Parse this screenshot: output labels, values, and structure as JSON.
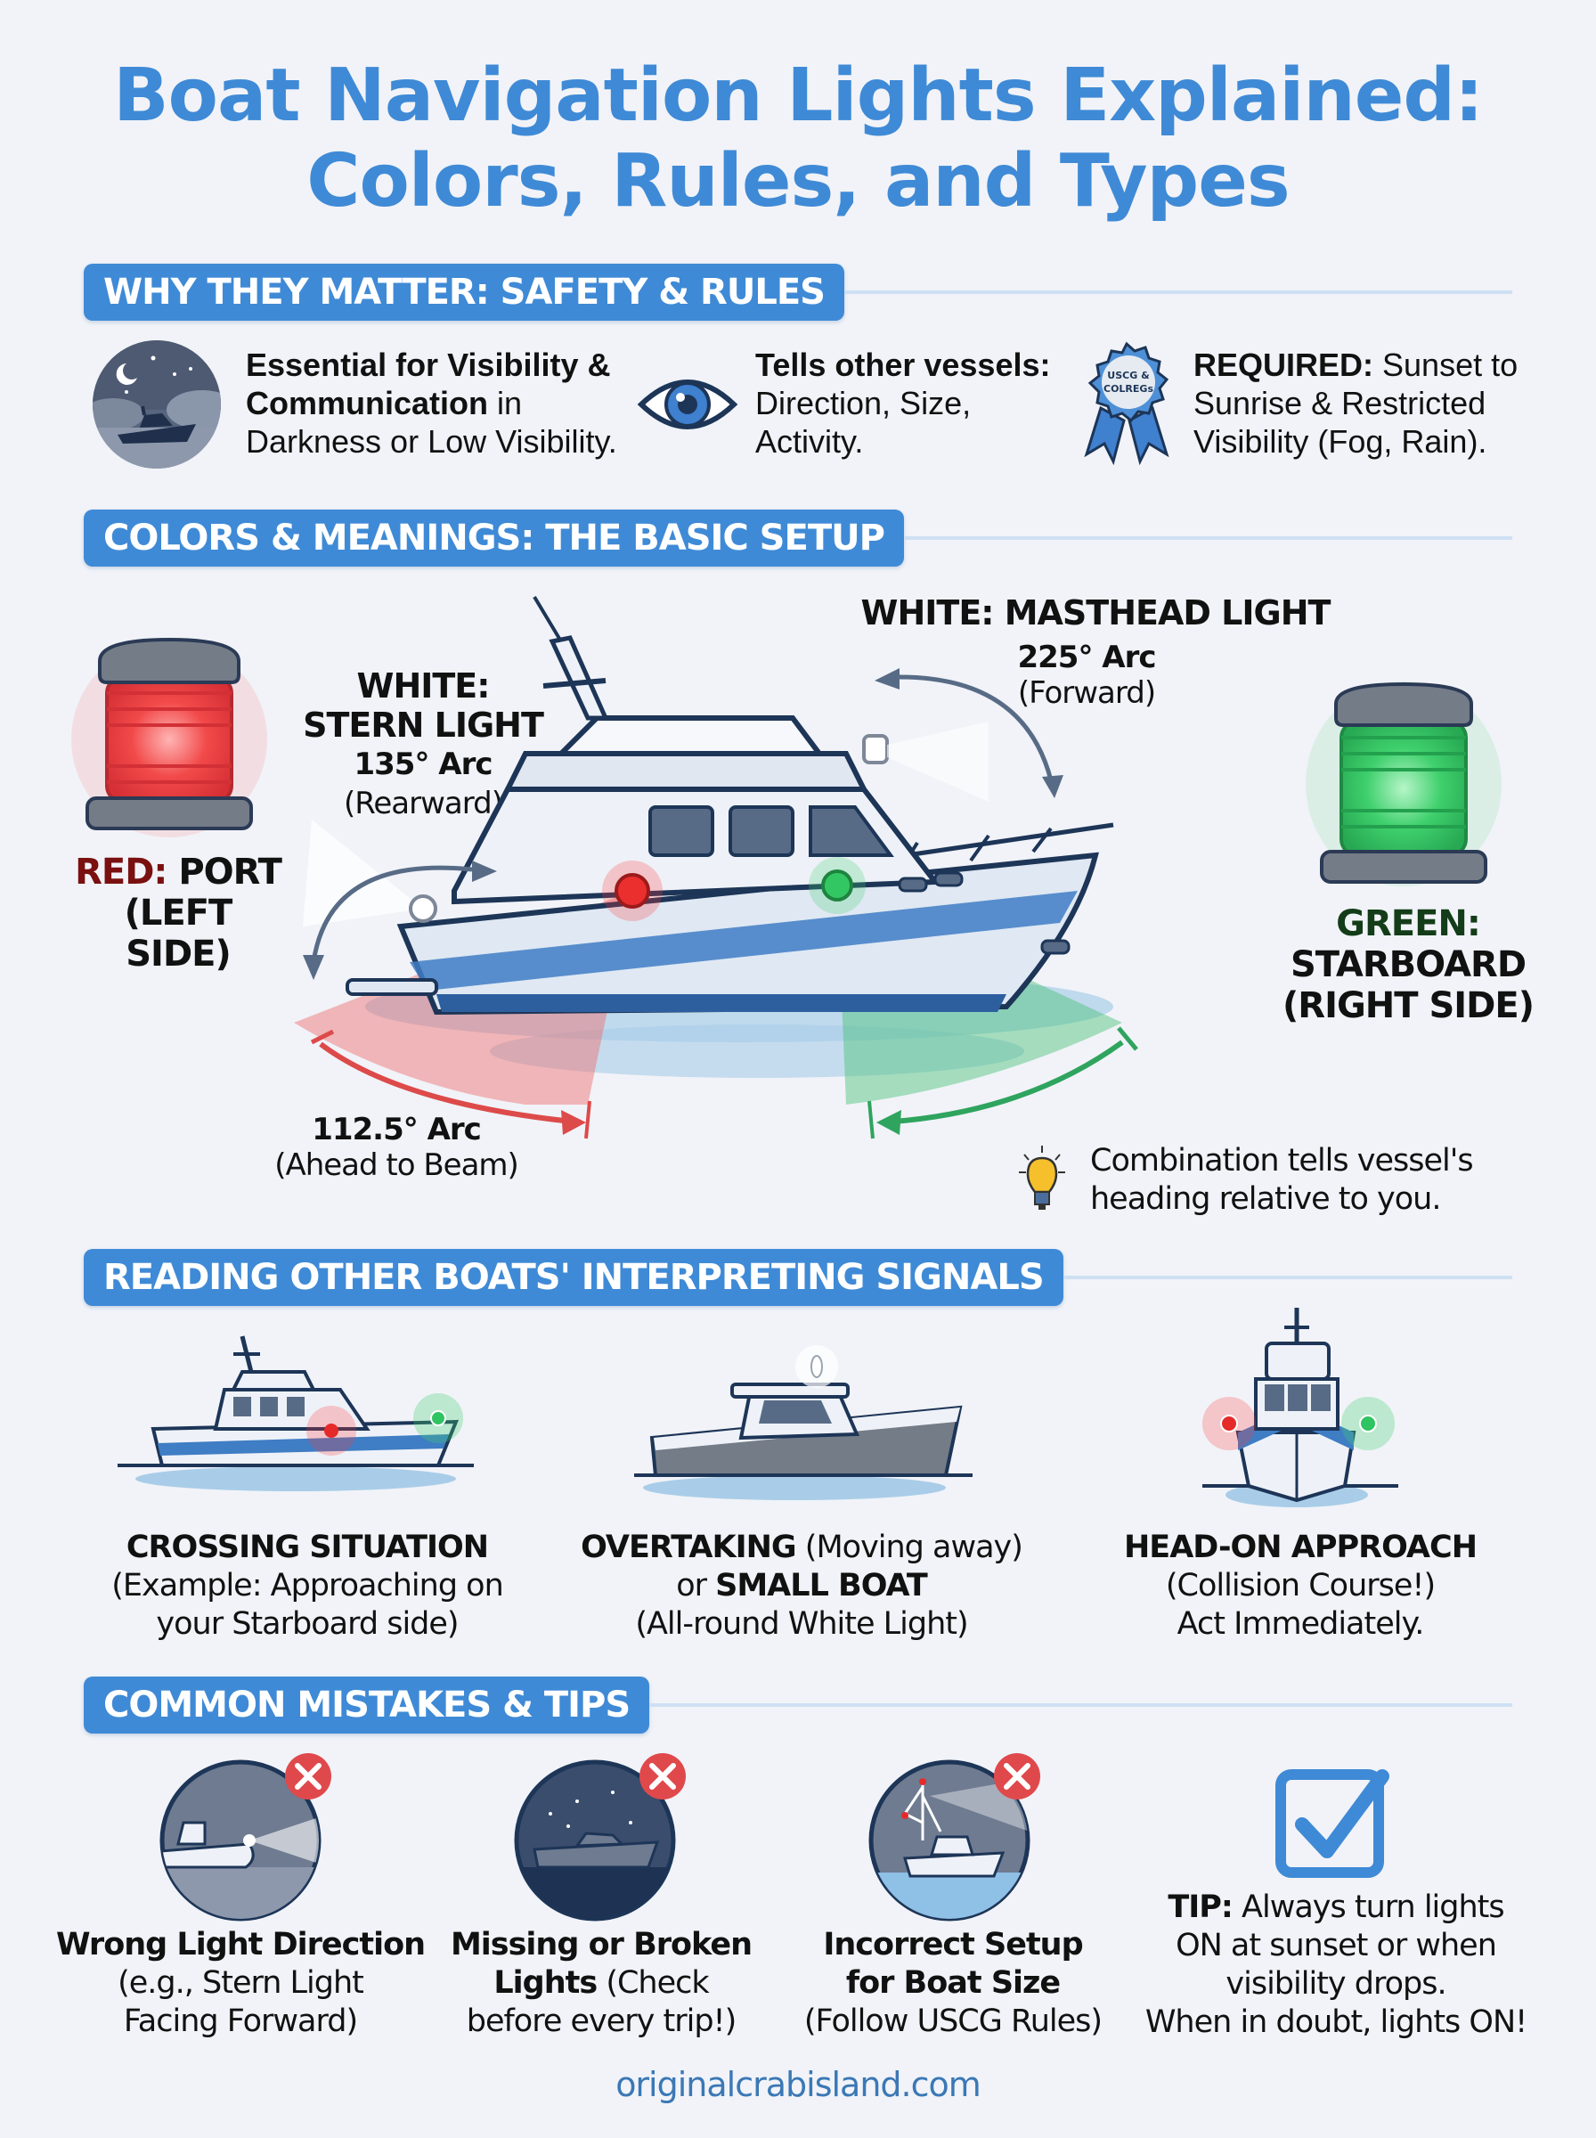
{
  "title": {
    "line1": "Boat Navigation Lights Explained:",
    "line2": "Colors, Rules, and Types"
  },
  "colors": {
    "accent": "#3f8ad6",
    "red_light": "#e8343b",
    "green_light": "#2fc462",
    "dark_navy": "#1d3557",
    "background": "#f1f3f8"
  },
  "sections": {
    "why": {
      "header": "WHY THEY MATTER: SAFETY & RULES",
      "items": [
        {
          "icon": "night-boat-icon",
          "bold": "Essential for Visibility & Communication",
          "rest": " in Darkness or Low Visibility."
        },
        {
          "icon": "eye-icon",
          "bold": "Tells other vessels:",
          "rest": " Direction, Size, Activity."
        },
        {
          "icon": "award-ribbon-icon",
          "badge_text_1": "USCG &",
          "badge_text_2": "COLREGs",
          "bold": "REQUIRED:",
          "rest": " Sunset to Sunrise & Restricted Visibility (Fog, Rain)."
        }
      ]
    },
    "colors_meanings": {
      "header": "COLORS & MEANINGS: THE BASIC SETUP",
      "red": {
        "color_word": "RED:",
        "label": " PORT",
        "sub": "(LEFT SIDE)"
      },
      "green": {
        "color_word": "GREEN:",
        "label": "STARBOARD",
        "sub": "(RIGHT SIDE)"
      },
      "stern": {
        "line1": "WHITE:",
        "line2": "STERN LIGHT",
        "arc": "135° Arc",
        "dir": "(Rearward)"
      },
      "masthead": {
        "line1": "WHITE: MASTHEAD LIGHT",
        "arc": "225° Arc",
        "dir": "(Forward)"
      },
      "sidelight": {
        "arc": "112.5° Arc",
        "dir": "(Ahead to Beam)"
      },
      "tip": {
        "icon": "lightbulb-icon",
        "line1": "Combination tells vessel's",
        "line2": "heading relative to you."
      }
    },
    "signals": {
      "header": "READING OTHER BOATS' INTERPRETING SIGNALS",
      "items": [
        {
          "title": "CROSSING SITUATION",
          "line2": "(Example: Approaching on",
          "line3": "your Starboard side)"
        },
        {
          "title": "OVERTAKING",
          "title_rest": " (Moving away)",
          "line2_pre": "or ",
          "line2_bold": "SMALL BOAT",
          "line3": "(All-round White Light)"
        },
        {
          "title": "HEAD-ON APPROACH",
          "line2": "(Collision Course!)",
          "line3": "Act Immediately."
        }
      ]
    },
    "mistakes": {
      "header": "COMMON MISTAKES & TIPS",
      "items": [
        {
          "icon": "wrong-direction-icon",
          "bold1": "Wrong Light Direction",
          "rest1": "(e.g., Stern Light",
          "rest2": "Facing Forward)"
        },
        {
          "icon": "missing-light-icon",
          "bold1": "Missing or Broken",
          "bold2": "Lights",
          "rest1": " (Check",
          "rest2": "before every trip!)"
        },
        {
          "icon": "incorrect-setup-icon",
          "bold1": "Incorrect Setup",
          "bold2": "for Boat Size",
          "rest1": "(Follow USCG Rules)"
        }
      ],
      "tip": {
        "icon": "checkbox-icon",
        "bold": "TIP:",
        "line1": " Always turn lights",
        "line2": "ON at sunset or when",
        "line3": "visibility drops.",
        "line4": "When in doubt, lights ON!"
      }
    }
  },
  "footer": {
    "url": "originalcrabisland.com"
  }
}
